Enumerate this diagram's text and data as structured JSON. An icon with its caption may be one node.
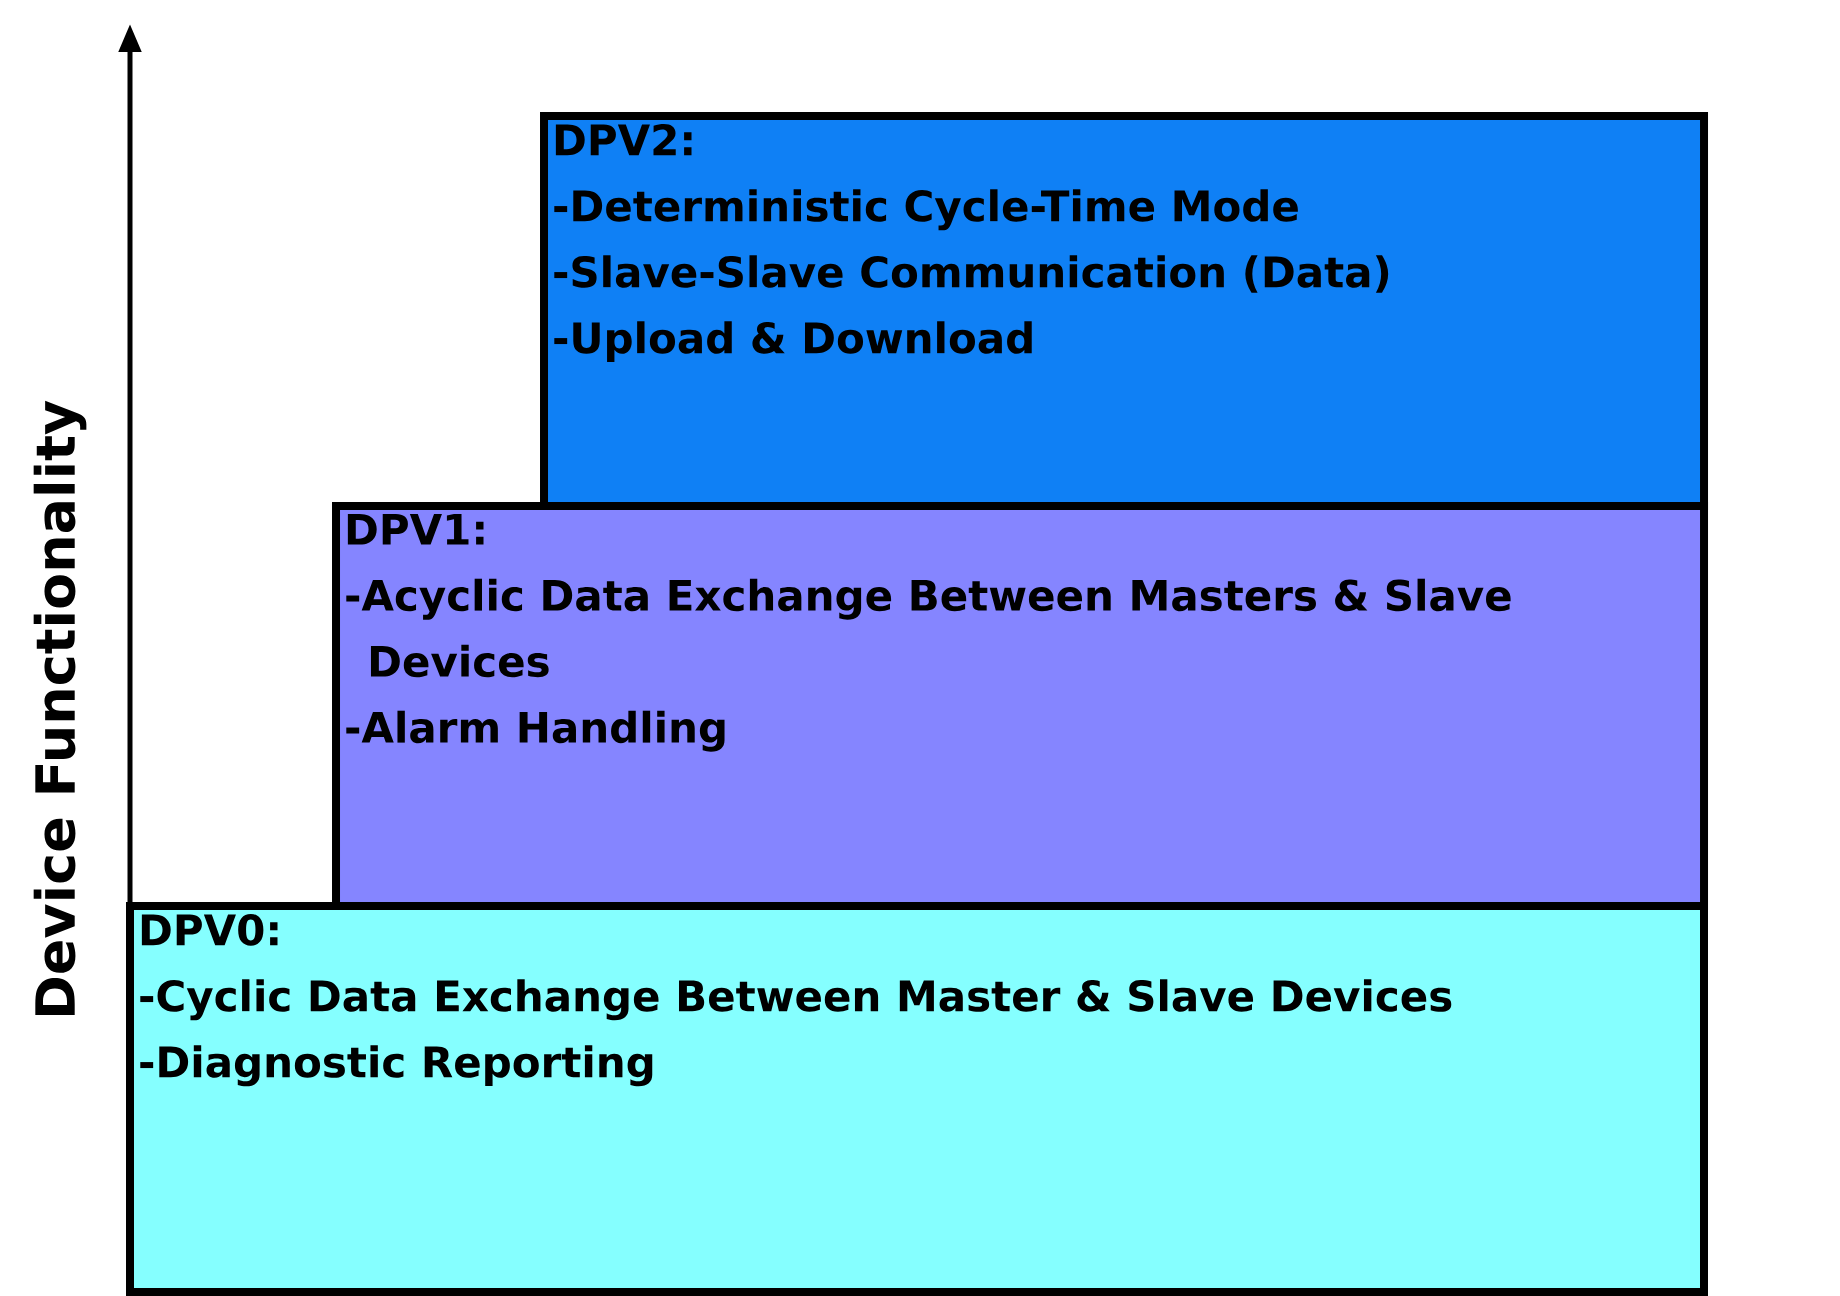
{
  "diagram": {
    "nodes": [
      {
        "text": [
          "DPV2:",
          "-Deterministic Cycle-Time Mode",
          "-Slave-Slave Communication (Data)",
          "-Upload & Download"
        ]
      },
      {
        "text": [
          "DPV1:",
          "-Acyclic Data Exchange Between Masters & Slave Devices",
          "-Alarm Handling"
        ]
      },
      {
        "text": [
          "DPV0:",
          "-Cyclic Data Exchange Between Master & Slave Devices",
          "-Diagnostic Reporting"
        ]
      }
    ],
    "labels": [
      "Device Functionality"
    ]
  }
}
